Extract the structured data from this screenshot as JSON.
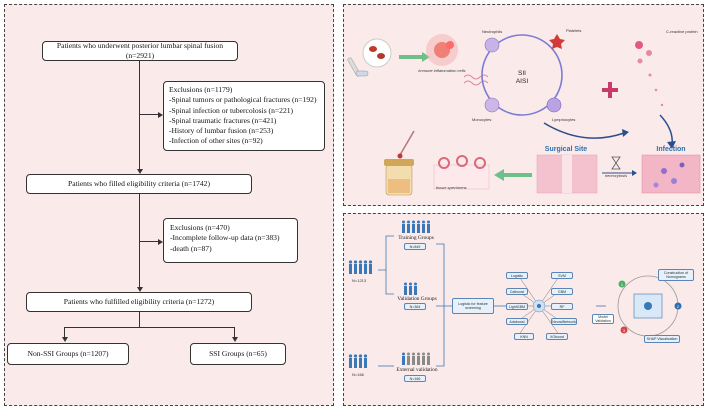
{
  "flowchart": {
    "start": "Patients who underwent posterior lumbar spinal fusion (n=2921)",
    "exclusions1": {
      "title": "Exclusions  (n=1179)",
      "items": [
        "-Spinal tumors or pathological fractures (n=192)",
        "-Spinal infection or tubercolosis (n=221)",
        "-Spinal traumatic fractures (n=421)",
        "-History of lumbar fusion (n=253)",
        "-Infection of other sites (n=92)"
      ]
    },
    "eligible": "Patients who filled eligibility criteria (n=1742)",
    "exclusions2": {
      "title": "Exclusions (n=470)",
      "items": [
        "-Incomplete follow-up data  (n=383)",
        "-death  (n=87)"
      ]
    },
    "fulfilled": "Patients who fulfilled eligibility criteria (n=1272)",
    "non_ssi": "Non-SSI Groups (n=1207)",
    "ssi": "SSI Groups (n=65)"
  },
  "mechanism": {
    "immune_label": "immune inflammation cells",
    "center_label_1": "SII",
    "center_label_2": "AISI",
    "neutrophils": "Neutrophils",
    "platelets": "Platelets",
    "monocytes": "Monocytes",
    "lymphocytes": "Lymphocytes",
    "crp": "C-reactive protein",
    "surgical_site": "Surgical Site",
    "infection": "Infection",
    "necrocytosis": "necrocytosis",
    "tissue": "tissue specimens"
  },
  "ml_pipeline": {
    "cohort_n_main": "N=1213",
    "cohort_n_ext": "N=166",
    "training_label": "Training Groups",
    "training_n": "N=849",
    "validation_label": "Validation Groups",
    "validation_n": "N=364",
    "external_label": "External validation",
    "external_n": "N=166",
    "screening": "Logistic for feature screening",
    "models": [
      "Logistic",
      "SVM",
      "Catboost",
      "GBM",
      "LightGBM",
      "RF",
      "Adaboost",
      "NeuralNetwork",
      "KNN",
      "XGboost"
    ],
    "model_validation": "Model Validation",
    "nomogram": "Construction of Nomograms",
    "shap": "SHAP Visualization",
    "steps": [
      "1",
      "2",
      "3"
    ]
  },
  "colors": {
    "panel_bg": "#fbeaea",
    "accent_blue": "#2c6fb0",
    "people_blue": "#3b78b8",
    "people_gray": "#8a8a8a",
    "infection_pink": "#e88aa8",
    "arrow_green": "#6fbf8a"
  }
}
